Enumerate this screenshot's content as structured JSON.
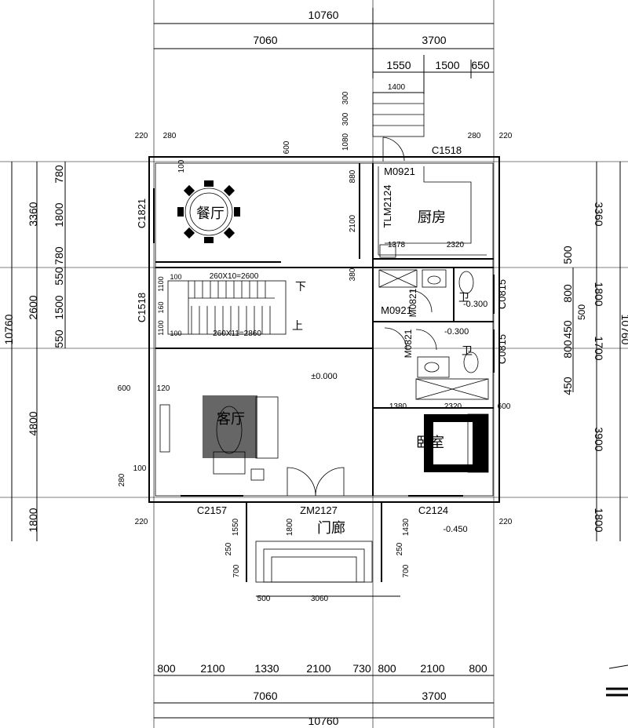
{
  "top_dims": {
    "overall": "10760",
    "row1": [
      "7060",
      "3700"
    ],
    "row2": [
      "1550",
      "1500",
      "650"
    ],
    "steps_width": "1400",
    "steps": [
      "300",
      "300",
      "1080"
    ]
  },
  "bottom_dims": {
    "row1": [
      "800",
      "2100",
      "1330",
      "2100",
      "730",
      "800",
      "2100",
      "800"
    ],
    "row2": [
      "7060",
      "3700"
    ],
    "overall": "10760"
  },
  "left_dims": {
    "overall": "10760",
    "outer": [
      "3360",
      "2600",
      "4800",
      "1800"
    ],
    "inner": [
      "780",
      "1800",
      "780",
      "550",
      "1500",
      "550"
    ]
  },
  "right_dims": {
    "overall": "10760",
    "outer": [
      "3360",
      "1800",
      "1700",
      "3900",
      "1800"
    ],
    "inner": [
      "500",
      "800",
      "500",
      "450",
      "800",
      "450"
    ]
  },
  "rooms": {
    "dining": "餐厅",
    "kitchen": "厨房",
    "living": "客厅",
    "bedroom": "卧室",
    "porch": "门廊",
    "wc1": "卫",
    "wc2": "卫",
    "stair_down": "下",
    "stair_up": "上"
  },
  "labels": {
    "door_kitchen": "M0921",
    "window_kitchen": "C1518",
    "tlm": "TLM2124",
    "window_dining": "C1821",
    "window_stair": "C1518",
    "stair_top": "260X10=2600",
    "stair_bottom": "260X11=2860",
    "door_wc1": "M0921",
    "door_wc1b": "M0821",
    "door_wc2": "M0821",
    "window_wc1": "C0815",
    "window_wc2": "C0815",
    "window_living": "C2157",
    "window_bedroom": "C2124",
    "main_door": "ZM2127",
    "level_0": "±0.000",
    "level_wc1": "-0.300",
    "level_wc2": "-0.300",
    "level_porch": "-0.450"
  },
  "small_dims": {
    "d220a": "220",
    "d280a": "280",
    "d280b": "280",
    "d220b": "220",
    "d600": "600",
    "d100": "100",
    "d880": "880",
    "d2100": "2100",
    "d1378": "1378",
    "d2320a": "2320",
    "d380": "380",
    "d1380": "1380",
    "d2320b": "2320",
    "d600b": "600",
    "d600c": "600",
    "d120": "120",
    "d100b": "100",
    "d280c": "280",
    "d220c": "220",
    "d220d": "220",
    "d1550": "1550",
    "d1800": "1800",
    "d1430": "1430",
    "d500": "500",
    "d3060": "3060",
    "d250": "250",
    "d250b": "250",
    "d700": "700",
    "d700b": "700",
    "d1100a": "1100",
    "d1100b": "1100",
    "d160": "160",
    "d100c": "100",
    "d100d": "100"
  }
}
